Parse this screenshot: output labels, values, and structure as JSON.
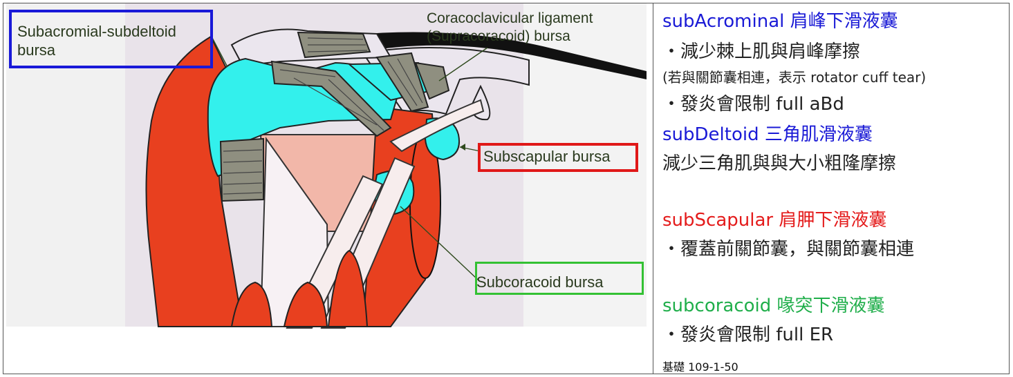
{
  "diagram": {
    "labels": {
      "subacromial_line1": "Subacromial-subdeltoid",
      "subacromial_line2": "bursa",
      "coraco_line1": "Coracoclavicular ligament",
      "coraco_line2": "(Supracoracoid) bursa",
      "subscapular": "Subscapular bursa",
      "subcoracoid": "Subcoracoid bursa"
    },
    "colors": {
      "bursa": "#33f0ec",
      "muscle": "#e8401f",
      "bone": "#e9e3ea",
      "ligament": "#8f8f80",
      "box_blue": "#1919d8",
      "box_red": "#e01818",
      "box_green": "#33c133"
    }
  },
  "notes": {
    "acromial_heading": "subAcrominal 肩峰下滑液囊",
    "acromial_point1": "・減少棘上肌與肩峰摩擦",
    "acromial_point2": "(若與關節囊相連，表示 rotator cuff tear)",
    "acromial_point3": "・發炎會限制 full aBd",
    "deltoid_heading": "subDeltoid 三角肌滑液囊",
    "deltoid_point1": "減少三角肌與與大小粗隆摩擦",
    "scapular_heading": "subScapular 肩胛下滑液囊",
    "scapular_point1": "・覆蓋前關節囊，與關節囊相連",
    "coracoid_heading": "subcoracoid 喙突下滑液囊",
    "coracoid_point1": "・發炎會限制 full ER",
    "source": "基礎 109-1-50",
    "colors": {
      "blue": "#1a1ad6",
      "red": "#e41b1b",
      "green": "#1fae4a"
    }
  }
}
